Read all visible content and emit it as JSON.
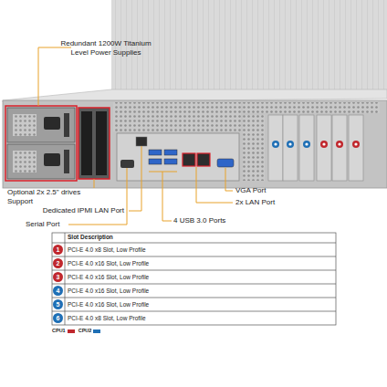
{
  "diagram": {
    "labels": [
      "Redundant 1200W Titanium Level Power Supplies",
      "Optional 2x 2.5\" drives Support",
      "Dedicated IPMI LAN Port",
      "Serial Port",
      "4 USB 3.0 Ports",
      "2x LAN Port",
      "VGA Port",
      "Slot Description",
      "1",
      "PCI-E 4.0 x8 Slot, Low Profile",
      "2",
      "PCI-E 4.0 x16 Slot, Low Profile",
      "3",
      "PCI-E 4.0 x16 Slot, Low Profile",
      "4",
      "PCI-E 4.0 x16 Slot, Low Profile",
      "5",
      "PCI-E 4.0 x16 Slot, Low Profile",
      "6",
      "PCI-E 4.0 x8 Slot, Low Profile"
    ],
    "legend": [
      {
        "text": "CPU1",
        "color": "#c0272d"
      },
      {
        "text": "CPU2",
        "color": "#1f6fb5"
      }
    ]
  }
}
